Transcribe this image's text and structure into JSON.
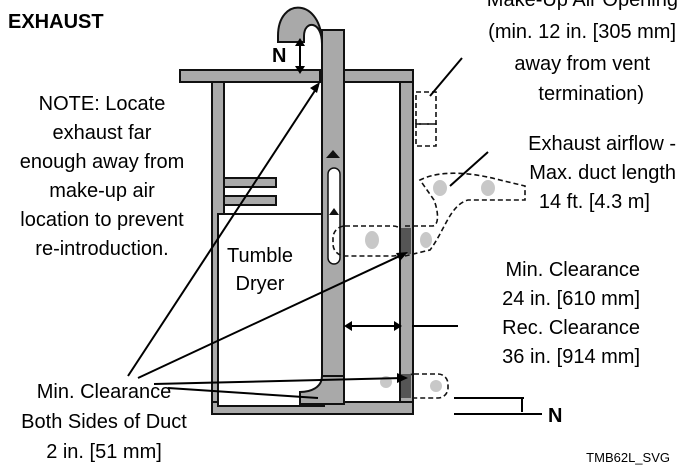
{
  "title": "EXHAUST",
  "labels": {
    "makeup_air": [
      "Make-Up Air Opening",
      "(min. 12 in. [305 mm]",
      "away from vent",
      "termination)"
    ],
    "note": [
      "NOTE: Locate",
      "exhaust far",
      "enough away from",
      "make-up air",
      "location to prevent",
      "re-introduction."
    ],
    "airflow": [
      "Exhaust airflow -",
      "Max. duct length",
      "14 ft. [4.3 m]"
    ],
    "dryer": [
      "Tumble",
      "Dryer"
    ],
    "min_clearance": [
      "Min. Clearance",
      "24 in. [610 mm]"
    ],
    "rec_clearance": [
      "Rec. Clearance",
      "36 in. [914 mm]"
    ],
    "duct_clearance": [
      "Min. Clearance",
      "Both Sides of Duct",
      "2 in. [51 mm]"
    ],
    "n_top": "N",
    "n_bottom": "N",
    "figure_id": "TMB62L_SVG"
  }
}
